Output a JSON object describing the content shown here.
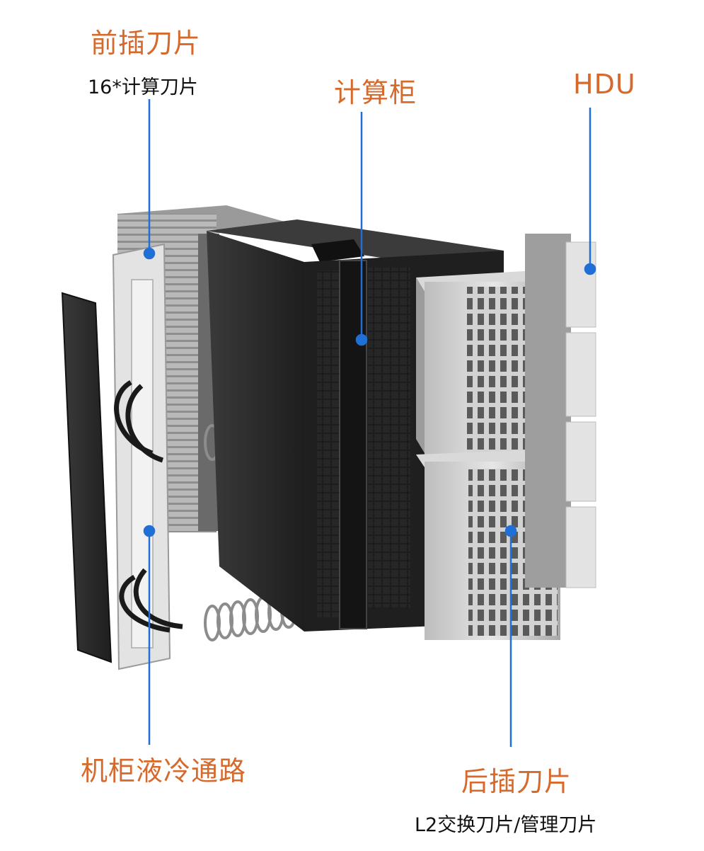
{
  "labels": {
    "front_blade_title": "前插刀片",
    "front_blade_sub": "16*计算刀片",
    "compute_cabinet": "计算柜",
    "hdu": "HDU",
    "liquid_cooling": "机柜液冷通路",
    "rear_blade_title": "后插刀片",
    "rear_blade_sub": "L2交换刀片/管理刀片"
  },
  "colors": {
    "label_orange": "#d6692c",
    "leader_blue": "#1f6fd6",
    "cabinet_dark": "#2b2b2b",
    "blade_silver": "#c8c8c8"
  }
}
